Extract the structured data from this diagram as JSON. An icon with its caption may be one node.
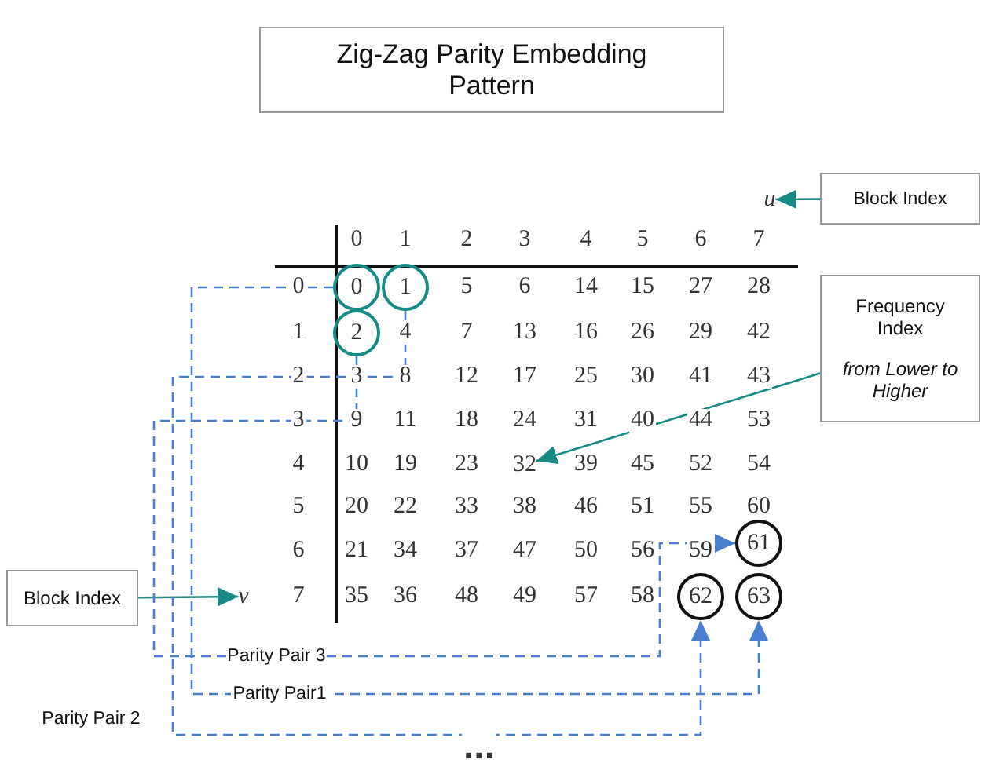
{
  "diagram": {
    "nodes": [
      {
        "text": [
          "Zig-Zag Parity Embedding Pattern"
        ]
      },
      {
        "text": [
          "Block Index"
        ]
      },
      {
        "text": [
          "u"
        ]
      },
      {
        "text": [
          "0"
        ]
      },
      {
        "text": [
          "1"
        ]
      },
      {
        "text": [
          "Frequency Index",
          "from Lower to Higher"
        ]
      },
      {
        "text": [
          "2"
        ]
      },
      {
        "text": [
          "32"
        ]
      },
      {
        "text": [
          "61"
        ]
      },
      {
        "text": [
          "Block Index"
        ]
      },
      {
        "text": [
          "v"
        ]
      },
      {
        "text": [
          "62"
        ]
      },
      {
        "text": [
          "63"
        ]
      }
    ],
    "edges": [
      {
        "from": 1,
        "to": 2,
        "arrow": "to",
        "color": "#168a84"
      },
      {
        "from": 5,
        "to": 7,
        "arrow": "to",
        "color": "#168a84"
      },
      {
        "from": 9,
        "to": 10,
        "arrow": "to",
        "color": "#168a84"
      },
      {
        "from": 3,
        "to": 12,
        "arrow": "to",
        "label": "Parity Pair1",
        "style": "dashed",
        "color": "#4a7fd0"
      },
      {
        "from": 4,
        "to": 11,
        "arrow": "to",
        "label": "Parity Pair 2",
        "style": "dashed",
        "color": "#4a7fd0"
      },
      {
        "from": 6,
        "to": 8,
        "arrow": "to",
        "label": "Parity Pair 3",
        "style": "dashed",
        "color": "#4a7fd0"
      }
    ],
    "labels": [
      "0",
      "1",
      "2",
      "3",
      "4",
      "5",
      "6",
      "7",
      "0",
      "5",
      "6",
      "14",
      "15",
      "27",
      "28",
      "1",
      "4",
      "7",
      "13",
      "16",
      "26",
      "29",
      "42",
      "2",
      "3",
      "8",
      "12",
      "17",
      "25",
      "30",
      "41",
      "43",
      "3",
      "9",
      "11",
      "18",
      "24",
      "31",
      "40",
      "44",
      "53",
      "4",
      "10",
      "19",
      "23",
      "39",
      "45",
      "52",
      "54",
      "5",
      "20",
      "22",
      "33",
      "38",
      "46",
      "51",
      "55",
      "60",
      "6",
      "21",
      "34",
      "37",
      "47",
      "50",
      "56",
      "59",
      "7",
      "35",
      "36",
      "48",
      "49",
      "57",
      "58",
      "..."
    ]
  }
}
